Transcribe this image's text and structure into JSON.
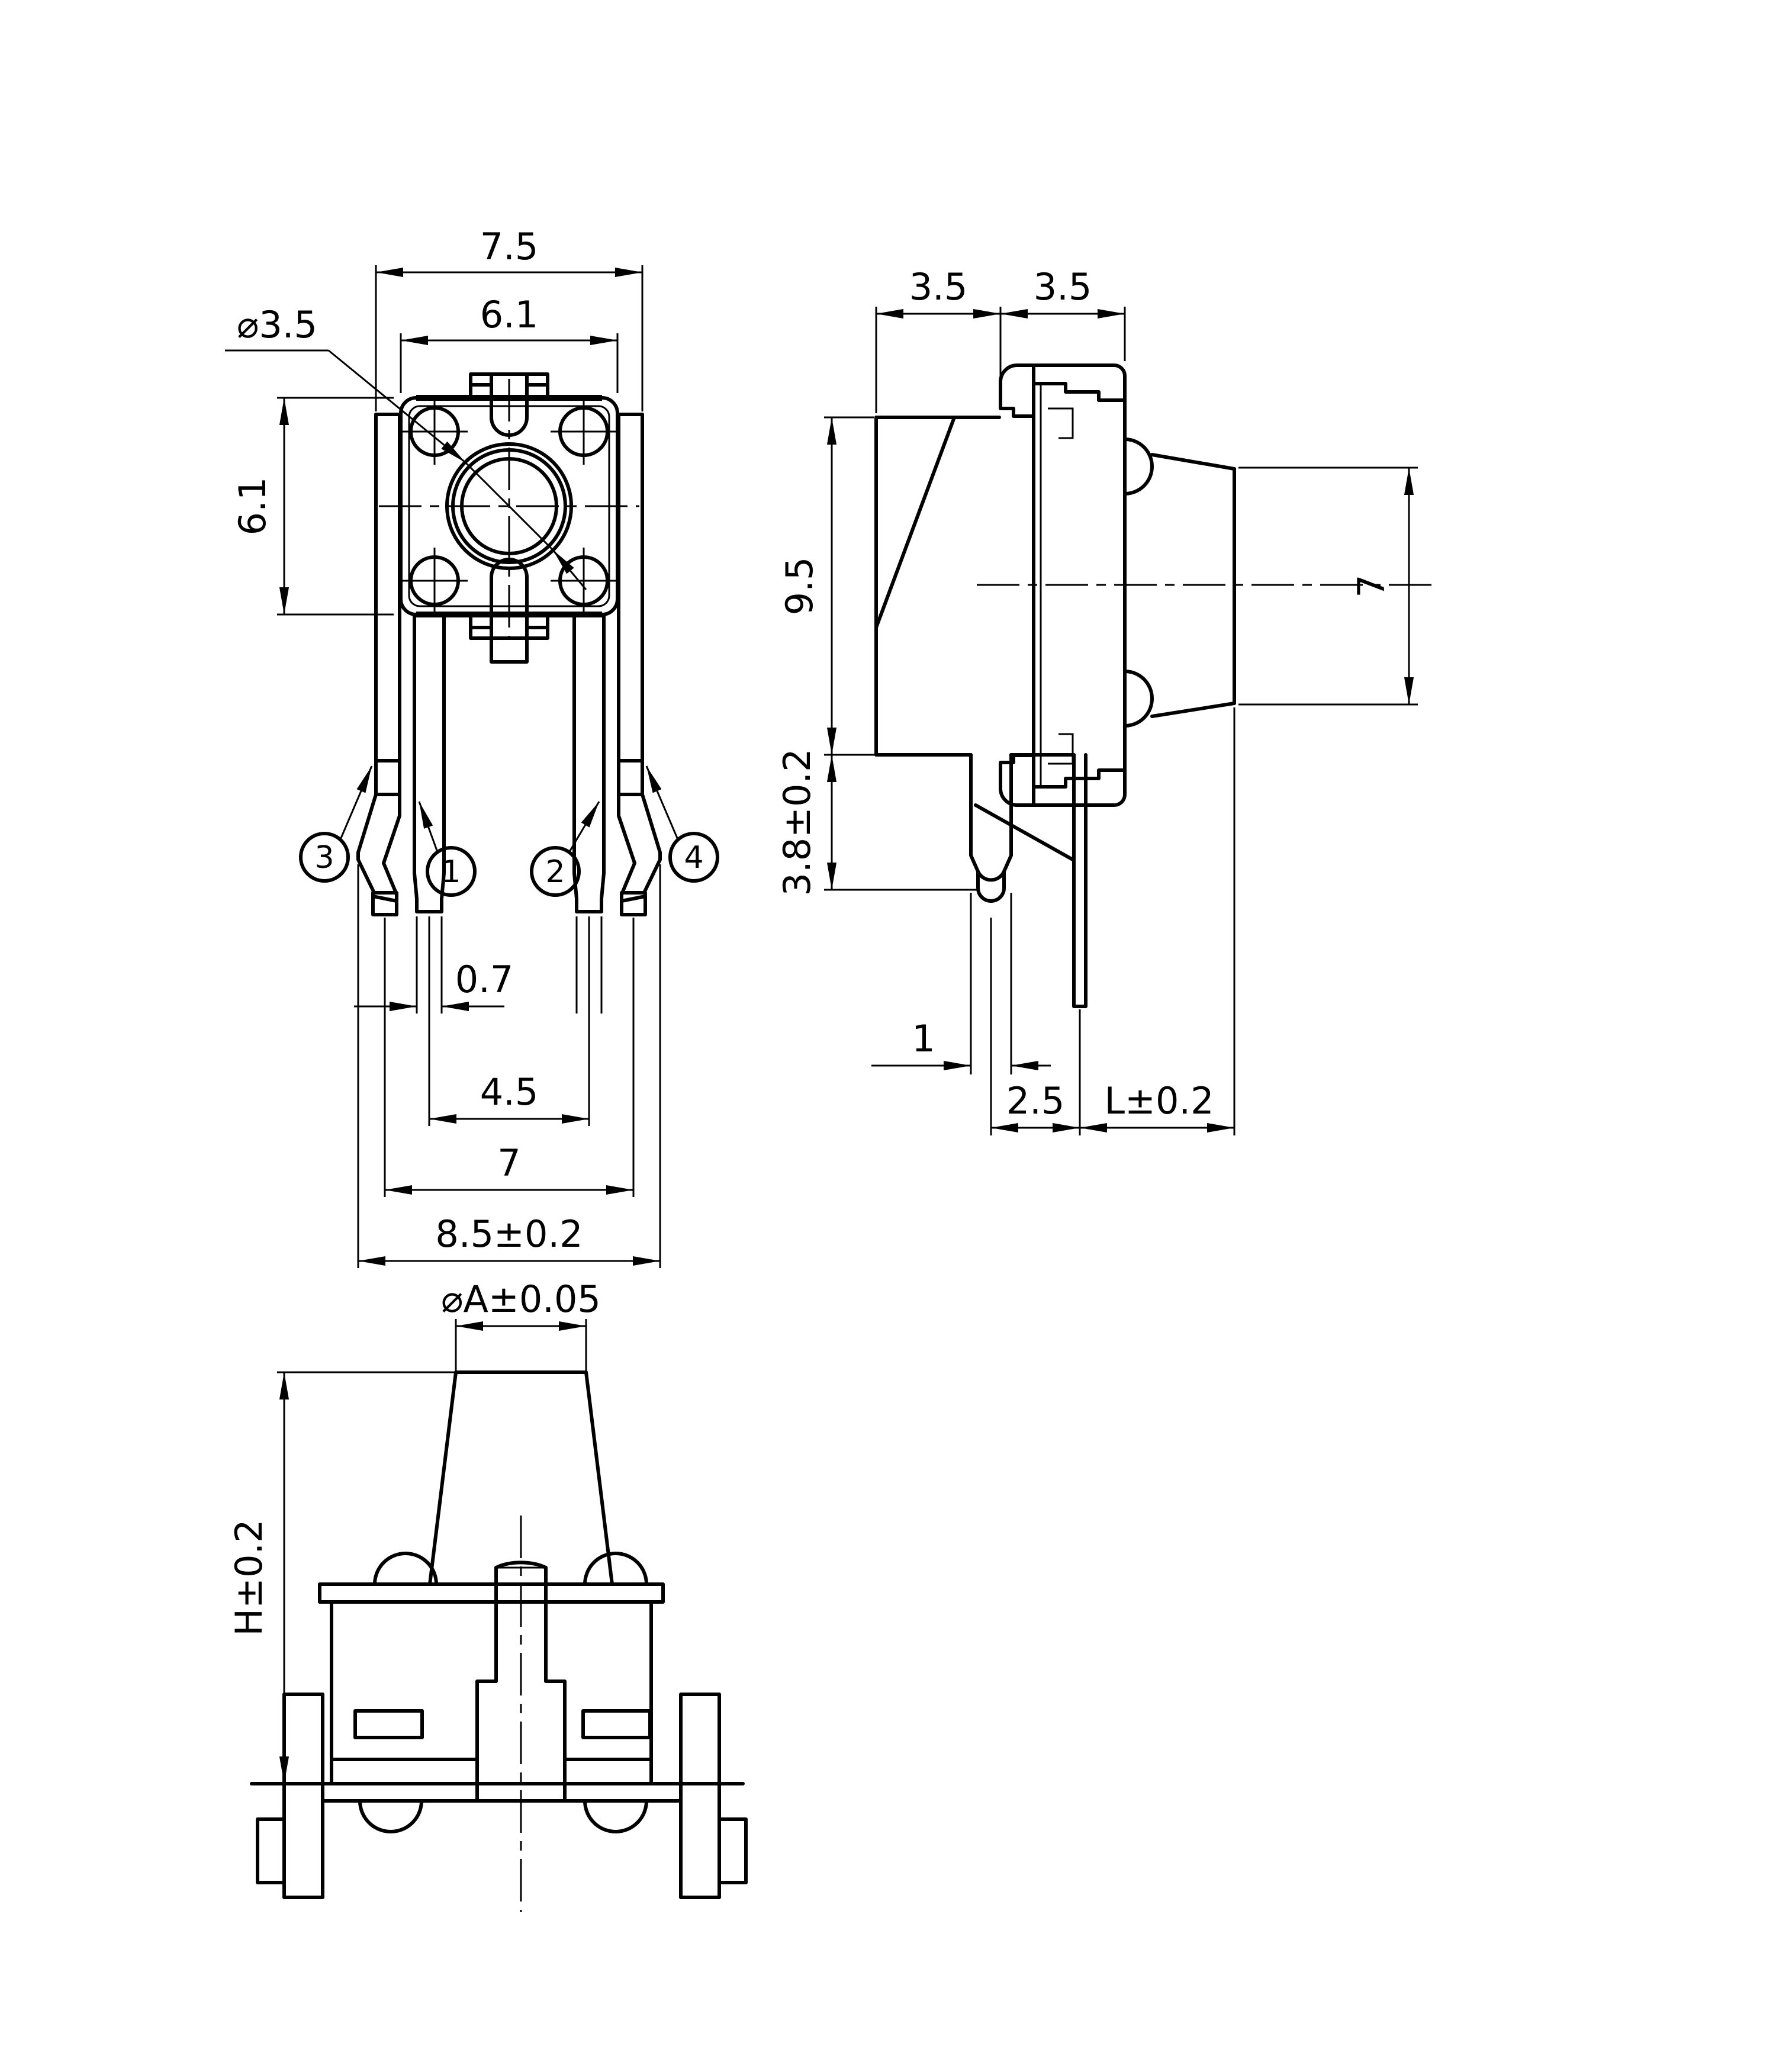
{
  "drawing": {
    "plan_view": {
      "dim_overall_width": "7.5",
      "dim_body_width": "6.1",
      "dim_body_height": "6.1",
      "dim_button_diameter": "⌀3.5",
      "dim_pin_tip_width": "0.7",
      "dim_inner_pin_pitch": "4.5",
      "dim_outer_pin_pitch": "7",
      "dim_overall_feet_width": "8.5±0.2",
      "pin_labels": {
        "p1": "1",
        "p2": "2",
        "p3": "3",
        "p4": "4"
      }
    },
    "side_view": {
      "dim_bracket_depth": "3.5",
      "dim_body_depth": "3.5",
      "dim_bracket_height": "9.5",
      "dim_pin_protrusion": "3.8±0.2",
      "dim_button_height": "7",
      "dim_front_pin_width": "1",
      "dim_pin_row_offset": "2.5",
      "dim_stem_length": "L±0.2"
    },
    "front_view": {
      "dim_shaft_diameter": "⌀A±0.05",
      "dim_height": "H±0.2"
    }
  }
}
